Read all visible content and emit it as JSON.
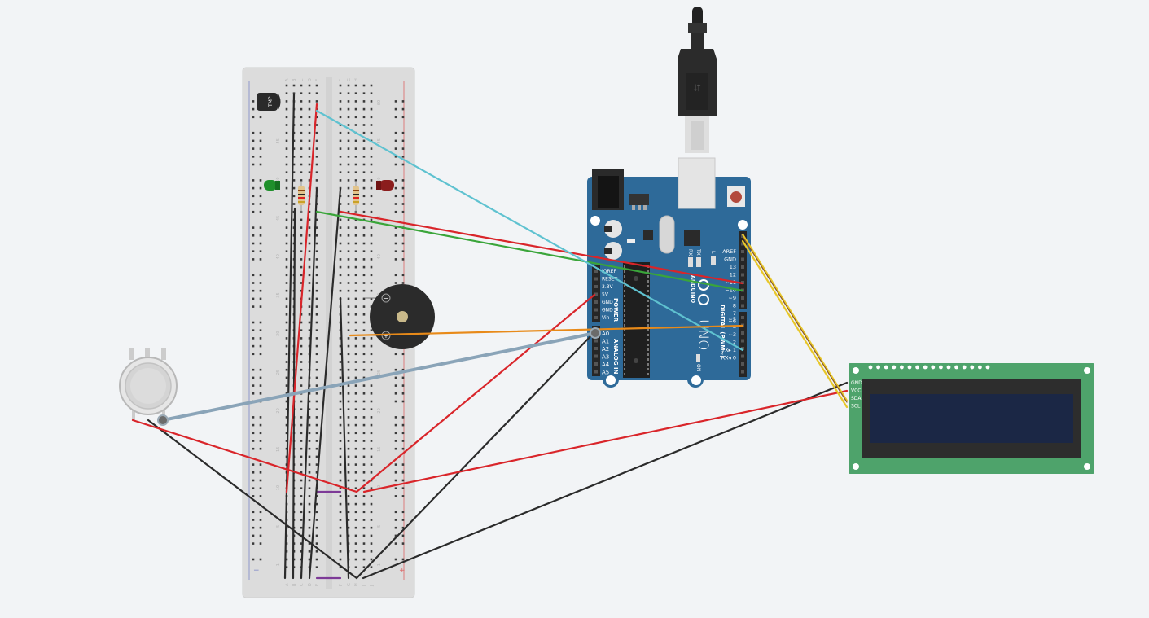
{
  "arduino": {
    "power_pins": [
      "IOREF",
      "RESET",
      "3.3V",
      "5V",
      "GND",
      "GND",
      "Vin"
    ],
    "analog_pins": [
      "A0",
      "A1",
      "A2",
      "A3",
      "A4",
      "A5"
    ],
    "digital_pins": [
      "AREF",
      "GND",
      "13",
      "12",
      "~11",
      "~10",
      "~9",
      "8",
      "7",
      "~6",
      "~5",
      "4",
      "~3",
      "2",
      "TX▸ 1",
      "RX◂ 0"
    ],
    "power_label": "POWER",
    "analog_label": "ANALOG IN",
    "digital_label": "DIGITAL (PWM~)",
    "tx_label": "TX",
    "rx_label": "RX",
    "l_label": "L",
    "on_label": "ON",
    "brand": "ARDUINO",
    "model": "UNO",
    "colors": {
      "board": "#2e6a99",
      "header": "#262626"
    }
  },
  "lcd": {
    "pins": [
      "GND",
      "VCC",
      "SDA",
      "SCL"
    ],
    "colors": {
      "board": "#4ea36b",
      "screen": "#1b2745"
    }
  },
  "sensor": {
    "label": "TMP"
  },
  "buzzer": {
    "minus": "−",
    "plus": "+"
  },
  "breadboard": {
    "row_labels": [
      "60",
      "55",
      "50",
      "45",
      "40",
      "35",
      "30",
      "25",
      "20",
      "15",
      "10",
      "5",
      "1"
    ],
    "col_labels": [
      "A",
      "B",
      "C",
      "D",
      "E",
      "F",
      "G",
      "H",
      "I",
      "J"
    ],
    "rail_minus": "−",
    "rail_plus": "+"
  },
  "wire_colors": {
    "red": "#d9252a",
    "black": "#2b2b2b",
    "cyan": "#5fc2d0",
    "green": "#3aa53a",
    "orange": "#e88a19",
    "yellow": "#e8c72a",
    "purple": "#7d3a97",
    "steel": "#8aa4b8"
  }
}
